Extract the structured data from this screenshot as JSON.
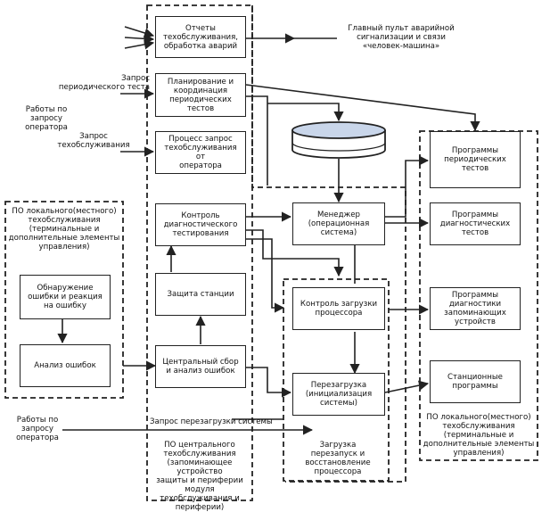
{
  "boxes": {
    "reports": "Отчеты\nтехобслуживания,\nобработка аварий",
    "planning": "Планирование и\nкоординация\nпериодических\nтестов",
    "maint_process": "Процесс запрос\nтехобслуживания от\nоператора",
    "diag_control": "Контроль\nдиагностического\nтестирования",
    "station_protect": "Защита станции",
    "central_collect": "Центральный сбор\nи анализ ошибок",
    "manager": "Менеджер\n(операционная\nсистема)",
    "load_control": "Контроль загрузки\nпроцессора",
    "reboot": "Перезагрузка\n(инициализация\nсистемы)",
    "periodic_tests": "Программы\nпериодических\nтестов",
    "diag_tests": "Программы\nдиагностических\nтестов",
    "memory_diag": "Программы\nдиагностики\nзапоминающих\nустройств",
    "station_programs": "Станционные\nпрограммы",
    "error_detect": "Обнаружение\nошибки и реакция\nна ошибку",
    "error_analysis": "Анализ ошибок"
  },
  "labels": {
    "main_console": "Главный пульт аварийной\nсигнализации и связи\n«человек-машина»",
    "periodic_request": "Запрос\nпериодического теста",
    "operator_work_1": "Работы по\nзапросу\nоператора",
    "maint_request": "Запрос\nтехобслуживания",
    "local_po_left": "ПО локального(местного)\nтехобслуживания\n(терминальные и\nдополнительные элементы\nуправления)",
    "operator_work_2": "Работы по\nзапросу\nоператора",
    "reboot_request": "Запрос перезагрузки системы",
    "central_po": "ПО центрального\nтехобслуживания\n(запоминающее устройство\nзащиты и периферии\nмодуля техобслуживания и\nпериферии)",
    "load_restart": "Загрузка\nперезапуск и\nвосстановление\nпроцессора",
    "local_po_right": "ПО локального(местного)\nтехобслуживания\n(терминальные и\nдополнительные элементы\nуправления)"
  },
  "colors": {
    "line": "#222222",
    "database_fill": "#c9d6ea"
  }
}
